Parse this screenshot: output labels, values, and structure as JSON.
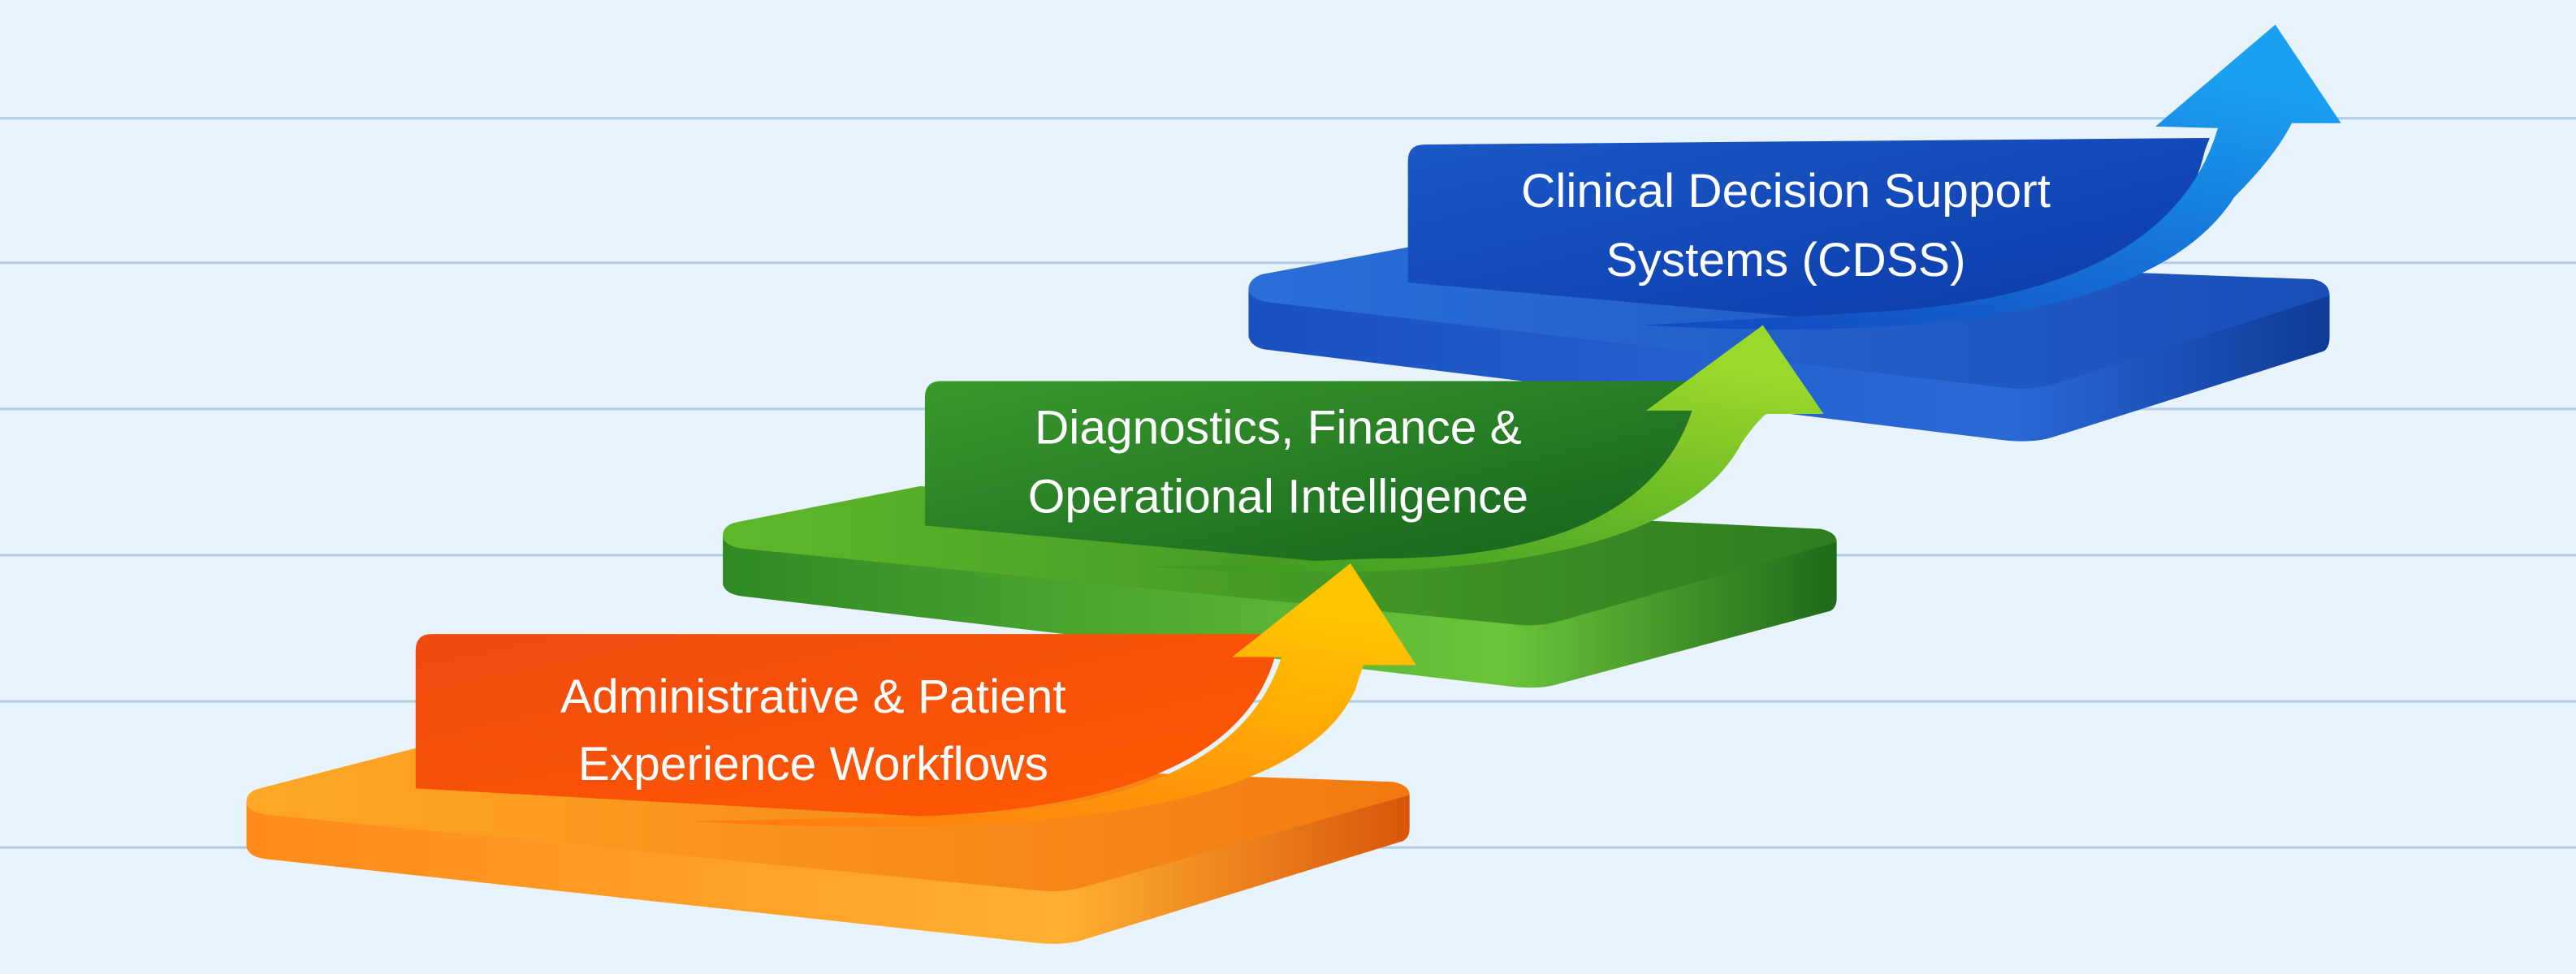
{
  "steps": [
    {
      "line1": "Administrative & Patient",
      "line2": "Experience Workflows",
      "color": "#ff5a0a"
    },
    {
      "line1": "Diagnostics, Finance &",
      "line2": "Operational Intelligence",
      "color": "#2e8b2a"
    },
    {
      "line1": "Clinical Decision Support",
      "line2": "Systems (CDSS)",
      "color": "#1148c0"
    }
  ],
  "colors": {
    "background": "#e8f3fc",
    "gridline": "#b2cde6"
  }
}
